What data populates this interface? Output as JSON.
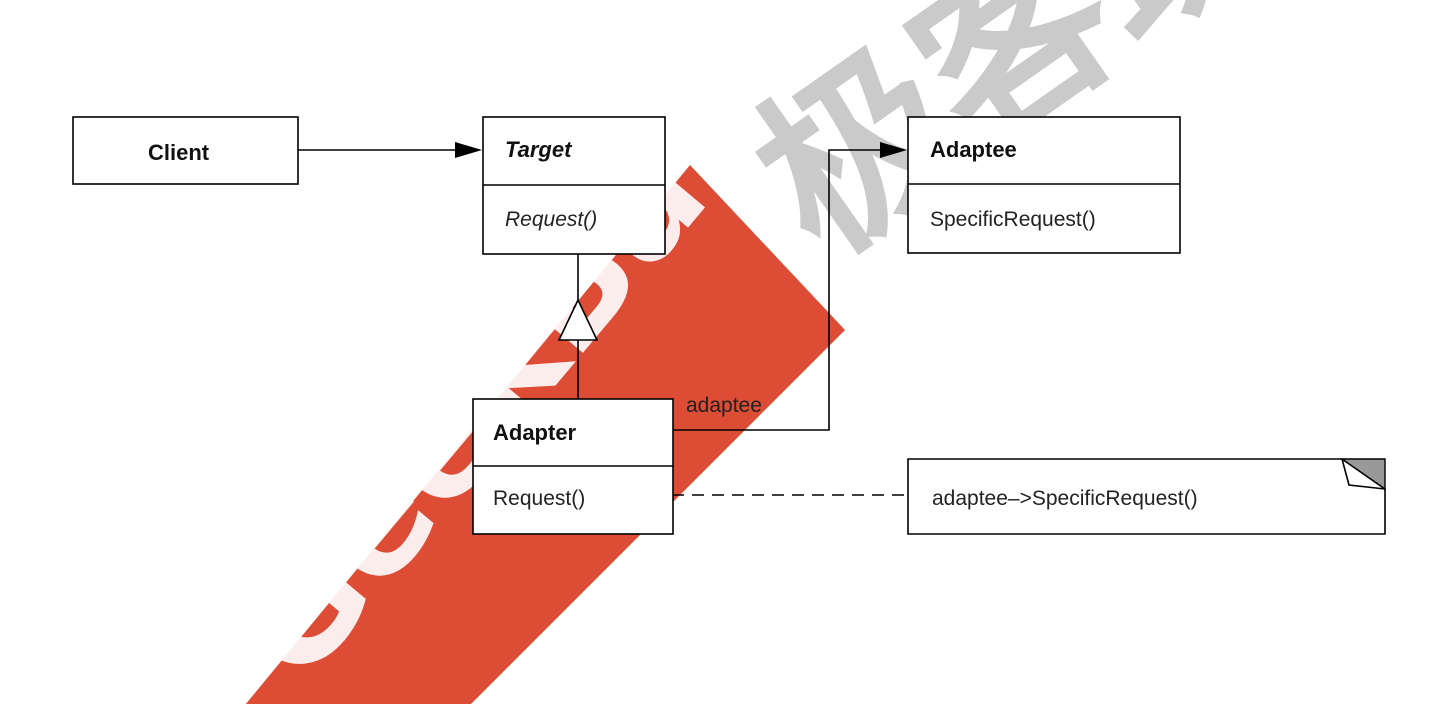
{
  "diagram": {
    "classes": {
      "client": {
        "name": "Client"
      },
      "target": {
        "name": "Target",
        "operation": "Request()"
      },
      "adaptee": {
        "name": "Adaptee",
        "operation": "SpecificRequest()"
      },
      "adapter": {
        "name": "Adapter",
        "operation": "Request()"
      }
    },
    "association_role": "adaptee",
    "note": {
      "text": "adaptee–>SpecificRequest()"
    }
  },
  "watermark": {
    "latin_text": "GeekBand",
    "cjk_text": "极客班",
    "banner_color": "#d9381e",
    "cjk_color": "#c8c8c8"
  },
  "colors": {
    "line": "#000000",
    "background": "#ffffff",
    "note_corner": "#999999"
  }
}
